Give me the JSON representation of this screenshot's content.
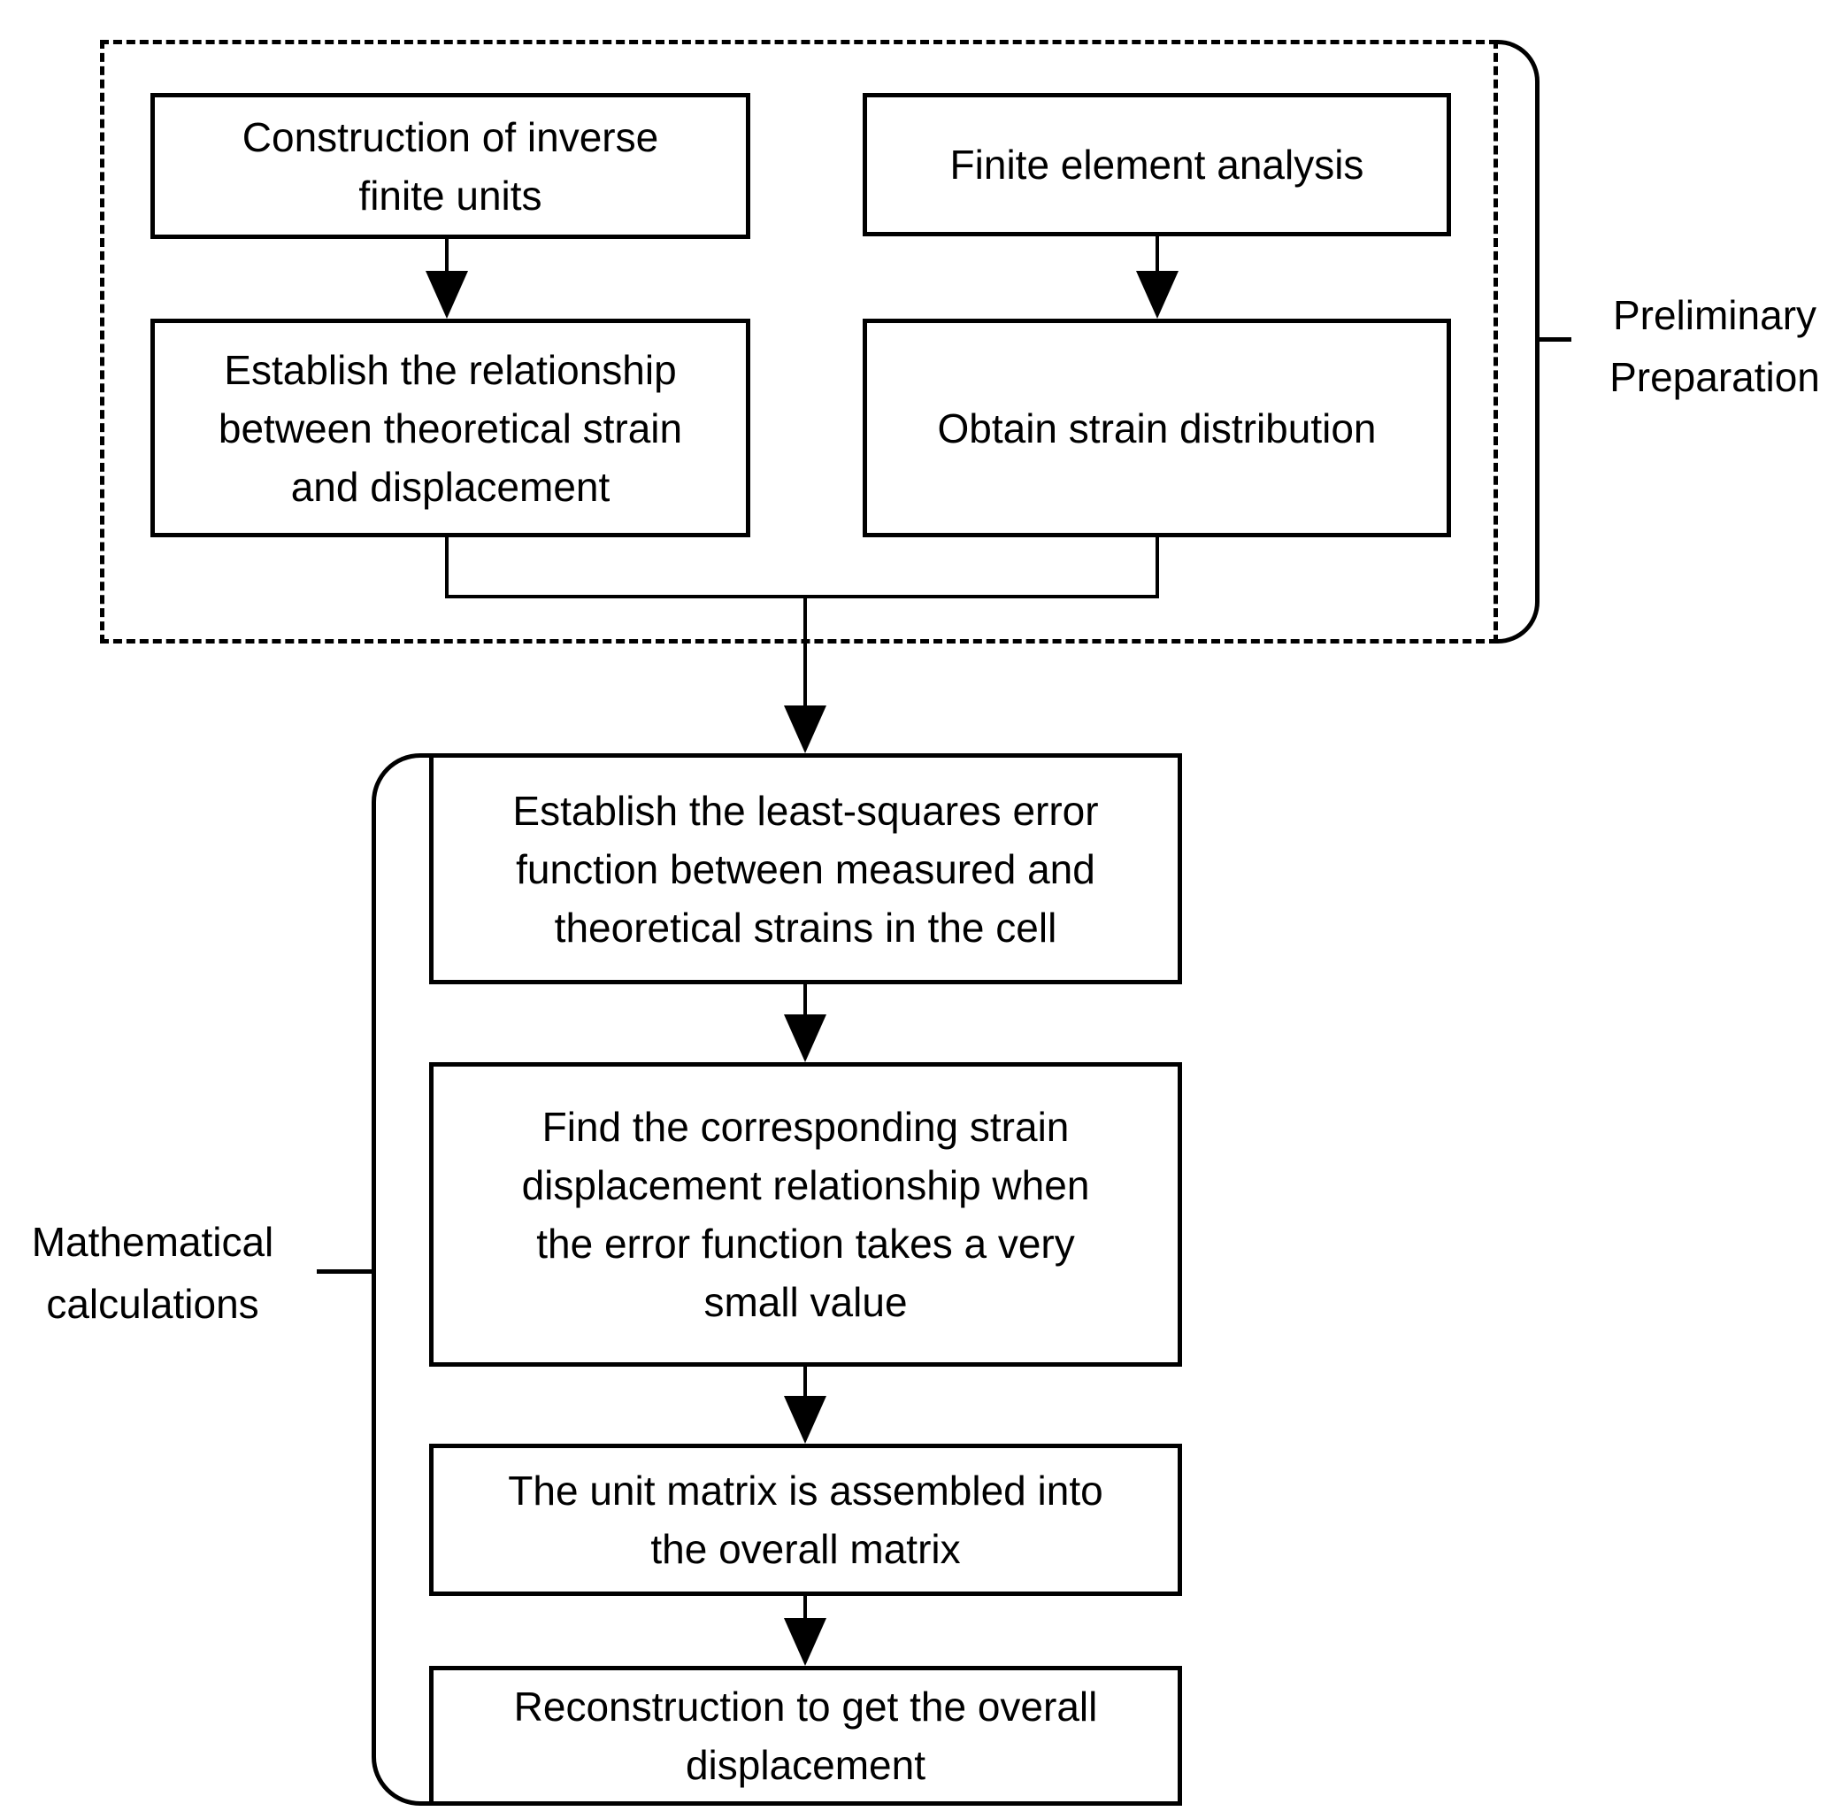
{
  "colors": {
    "line": "#000000",
    "background": "#ffffff"
  },
  "sections": {
    "preliminary": {
      "label": "Preliminary\nPreparation"
    },
    "mathematical": {
      "label": "Mathematical\ncalculations"
    }
  },
  "nodes": {
    "construction": {
      "label": "Construction of inverse\nfinite units"
    },
    "fea": {
      "label": "Finite element analysis"
    },
    "relationship": {
      "label": "Establish the relationship\nbetween theoretical strain\nand displacement"
    },
    "strain_distribution": {
      "label": "Obtain strain distribution"
    },
    "least_squares": {
      "label": "Establish the least-squares error\nfunction between measured and\ntheoretical strains in the cell"
    },
    "find_relationship": {
      "label": "Find the corresponding strain\ndisplacement relationship when\nthe error function takes a very\nsmall value"
    },
    "unit_matrix": {
      "label": "The unit matrix is assembled into\nthe overall matrix"
    },
    "reconstruction": {
      "label": "Reconstruction to get the overall\ndisplacement"
    }
  }
}
